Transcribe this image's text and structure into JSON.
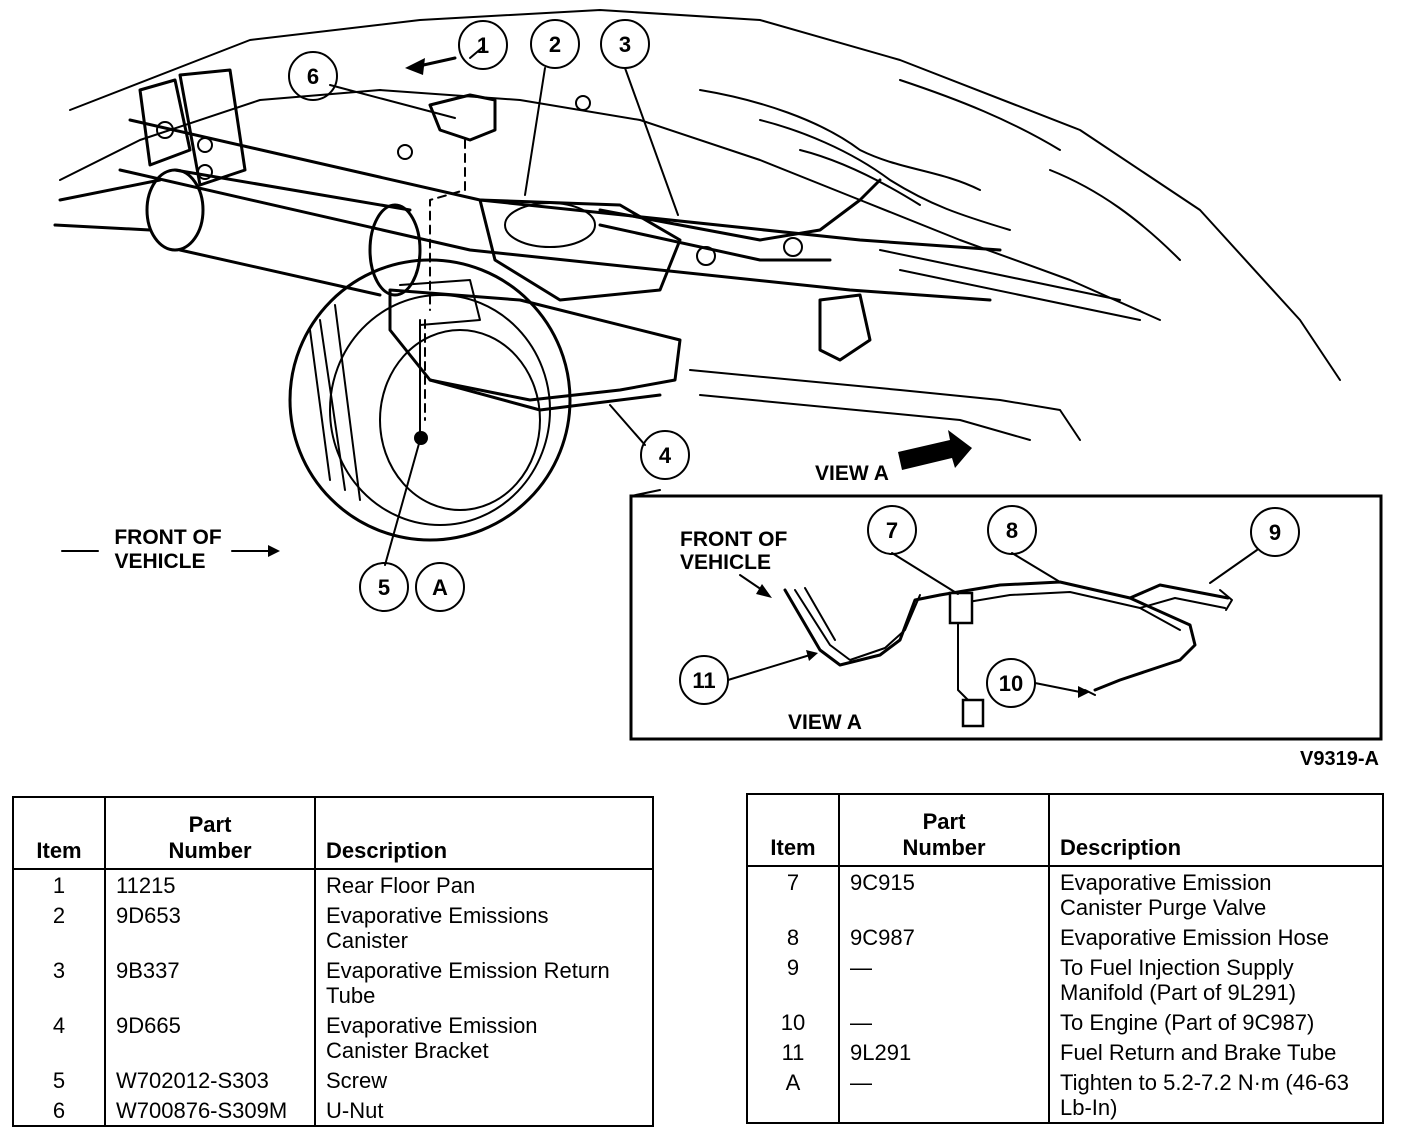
{
  "callouts": {
    "c1": "1",
    "c2": "2",
    "c3": "3",
    "c4": "4",
    "c5": "5",
    "c6": "6",
    "c7": "7",
    "c8": "8",
    "c9": "9",
    "c10": "10",
    "c11": "11",
    "cA": "A"
  },
  "labels": {
    "front_of_vehicle_line1": "FRONT OF",
    "front_of_vehicle_line2": "VEHICLE",
    "view_a_arrow": "VIEW A",
    "inset_front_line1": "FRONT OF",
    "inset_front_line2": "VEHICLE",
    "inset_view_a": "VIEW A",
    "figure_id": "V9319-A"
  },
  "table_left": {
    "headers": {
      "item": "Item",
      "part_number_l1": "Part",
      "part_number_l2": "Number",
      "description": "Description"
    },
    "rows": [
      {
        "item": "1",
        "part": "11215",
        "desc": [
          "Rear Floor Pan"
        ]
      },
      {
        "item": "2",
        "part": "9D653",
        "desc": [
          "Evaporative Emissions",
          "Canister"
        ]
      },
      {
        "item": "3",
        "part": "9B337",
        "desc": [
          "Evaporative Emission Return",
          "Tube"
        ]
      },
      {
        "item": "4",
        "part": "9D665",
        "desc": [
          "Evaporative Emission",
          "Canister Bracket"
        ]
      },
      {
        "item": "5",
        "part": "W702012-S303",
        "desc": [
          "Screw"
        ]
      },
      {
        "item": "6",
        "part": "W700876-S309M",
        "desc": [
          "U-Nut"
        ]
      }
    ]
  },
  "table_right": {
    "headers": {
      "item": "Item",
      "part_number_l1": "Part",
      "part_number_l2": "Number",
      "description": "Description"
    },
    "rows": [
      {
        "item": "7",
        "part": "9C915",
        "desc": [
          "Evaporative Emission",
          "Canister Purge Valve"
        ]
      },
      {
        "item": "8",
        "part": "9C987",
        "desc": [
          "Evaporative Emission Hose"
        ]
      },
      {
        "item": "9",
        "part": "—",
        "desc": [
          "To Fuel Injection Supply",
          "Manifold (Part of 9L291)"
        ]
      },
      {
        "item": "10",
        "part": "—",
        "desc": [
          "To Engine (Part of 9C987)"
        ]
      },
      {
        "item": "11",
        "part": "9L291",
        "desc": [
          "Fuel Return and Brake Tube"
        ]
      },
      {
        "item": "A",
        "part": "—",
        "desc": [
          "Tighten to 5.2-7.2 N·m (46-63",
          "Lb-In)"
        ]
      }
    ]
  }
}
